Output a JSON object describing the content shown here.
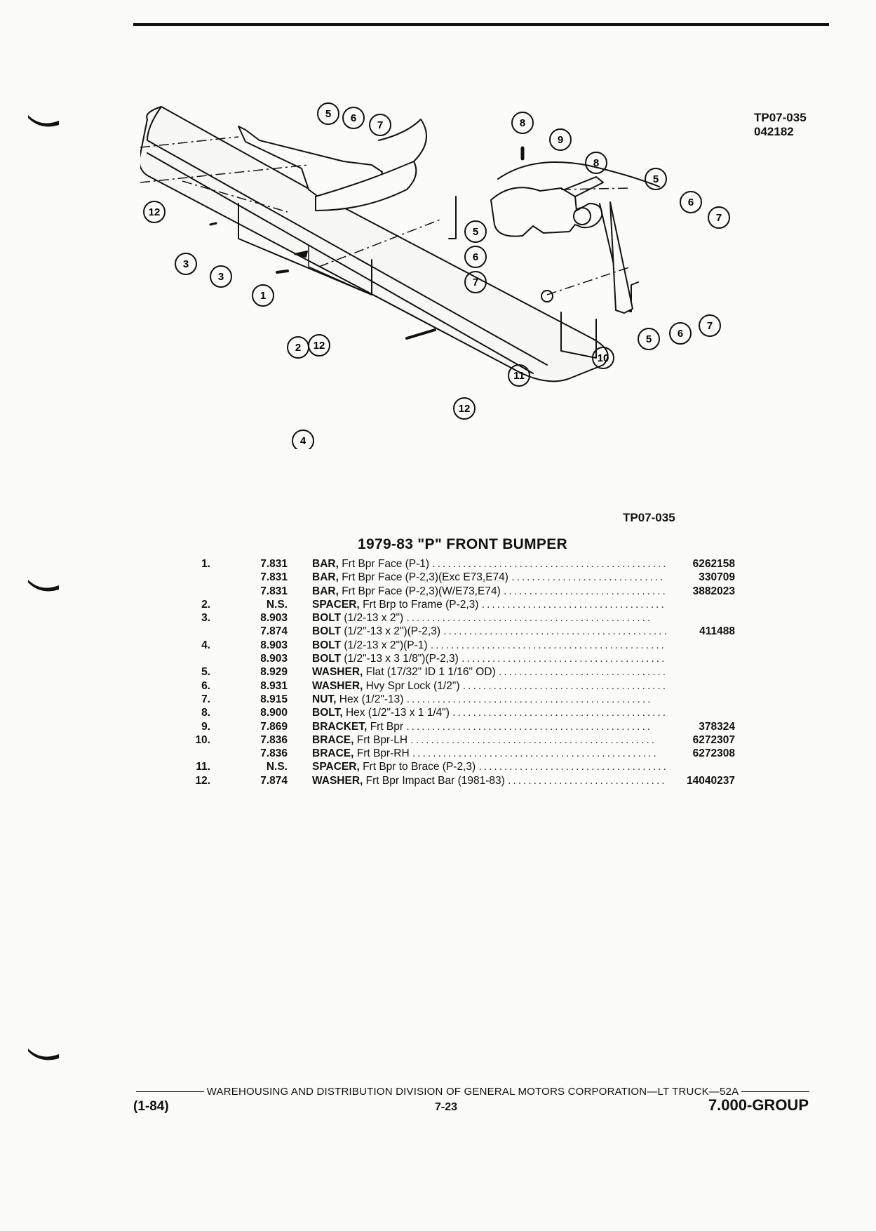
{
  "diagram": {
    "code": "TP07-035",
    "date_code": "042182",
    "callouts": [
      "1",
      "2",
      "3",
      "3",
      "4",
      "5",
      "5",
      "5",
      "5",
      "6",
      "6",
      "6",
      "6",
      "7",
      "7",
      "7",
      "7",
      "8",
      "8",
      "9",
      "10",
      "11",
      "12",
      "12",
      "12"
    ]
  },
  "figure_ref": "TP07-035",
  "section_title": "1979-83 \"P\" FRONT BUMPER",
  "parts": [
    {
      "item": "1.",
      "group": "7.831",
      "name": "BAR,",
      "desc": "Frt Bpr Face (P-1)",
      "part": "6262158"
    },
    {
      "item": "",
      "group": "7.831",
      "name": "BAR,",
      "desc": "Frt Bpr Face (P-2,3)(Exc E73,E74)",
      "part": "330709"
    },
    {
      "item": "",
      "group": "7.831",
      "name": "BAR,",
      "desc": "Frt Bpr Face (P-2,3)(W/E73,E74)",
      "part": "3882023"
    },
    {
      "item": "2.",
      "group": "N.S.",
      "name": "SPACER,",
      "desc": "Frt Brp to Frame (P-2,3)",
      "part": ""
    },
    {
      "item": "3.",
      "group": "8.903",
      "name": "BOLT",
      "desc": "(1/2-13 x 2\")",
      "part": ""
    },
    {
      "item": "",
      "group": "7.874",
      "name": "BOLT",
      "desc": "(1/2\"-13 x 2\")(P-2,3)",
      "part": "411488"
    },
    {
      "item": "4.",
      "group": "8.903",
      "name": "BOLT",
      "desc": "(1/2-13 x 2\")(P-1)",
      "part": ""
    },
    {
      "item": "",
      "group": "8.903",
      "name": "BOLT",
      "desc": "(1/2\"-13 x 3 1/8\")(P-2,3)",
      "part": ""
    },
    {
      "item": "5.",
      "group": "8.929",
      "name": "WASHER,",
      "desc": "Flat (17/32\" ID 1 1/16\" OD)",
      "part": ""
    },
    {
      "item": "6.",
      "group": "8.931",
      "name": "WASHER,",
      "desc": "Hvy Spr Lock (1/2\")",
      "part": ""
    },
    {
      "item": "7.",
      "group": "8.915",
      "name": "NUT,",
      "desc": "Hex (1/2\"-13)",
      "part": ""
    },
    {
      "item": "8.",
      "group": "8.900",
      "name": "BOLT,",
      "desc": "Hex (1/2\"-13 x 1 1/4\")",
      "part": ""
    },
    {
      "item": "9.",
      "group": "7.869",
      "name": "BRACKET,",
      "desc": "Frt Bpr",
      "part": "378324"
    },
    {
      "item": "10.",
      "group": "7.836",
      "name": "BRACE,",
      "desc": "Frt Bpr-LH",
      "part": "6272307"
    },
    {
      "item": "",
      "group": "7.836",
      "name": "BRACE,",
      "desc": "Frt Bpr-RH",
      "part": "6272308"
    },
    {
      "item": "11.",
      "group": "N.S.",
      "name": "SPACER,",
      "desc": "Frt Bpr to Brace (P-2,3)",
      "part": ""
    },
    {
      "item": "12.",
      "group": "7.874",
      "name": "WASHER,",
      "desc": "Frt Bpr Impact Bar (1981-83)",
      "part": "14040237"
    }
  ],
  "footer": {
    "line": "WAREHOUSING AND DISTRIBUTION DIVISION OF GENERAL MOTORS CORPORATION—LT TRUCK—52A",
    "left": "(1-84)",
    "center": "7-23",
    "right": "7.000-GROUP"
  }
}
